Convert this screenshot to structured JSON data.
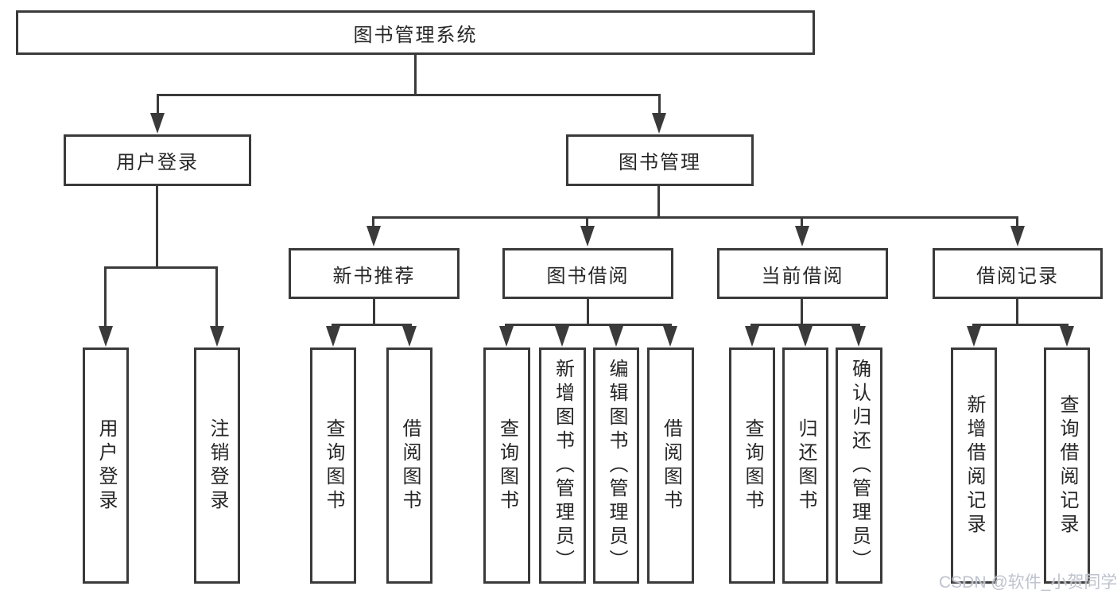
{
  "diagram": {
    "root": {
      "label": "图书管理系统"
    },
    "level2": [
      {
        "label": "用户登录"
      },
      {
        "label": "图书管理"
      }
    ],
    "level3": [
      {
        "label": "新书推荐"
      },
      {
        "label": "图书借阅"
      },
      {
        "label": "当前借阅"
      },
      {
        "label": "借阅记录"
      }
    ],
    "leaves": {
      "login": [
        {
          "label": "用户登录"
        },
        {
          "label": "注销登录"
        }
      ],
      "recommend": [
        {
          "label": "查询图书"
        },
        {
          "label": "借阅图书"
        }
      ],
      "borrow": [
        {
          "label": "查询图书"
        },
        {
          "label": "新增图书（管理员）"
        },
        {
          "label": "编辑图书（管理员）"
        },
        {
          "label": "借阅图书"
        }
      ],
      "current": [
        {
          "label": "查询图书"
        },
        {
          "label": "归还图书"
        },
        {
          "label": "确认归还（管理员）"
        }
      ],
      "records": [
        {
          "label": "新增借阅记录"
        },
        {
          "label": "查询借阅记录"
        }
      ]
    },
    "colors": {
      "line": "#3a3a3a",
      "text": "#262626",
      "background": "#ffffff",
      "watermark": "#bac0cb"
    }
  },
  "watermark": {
    "text": "CSDN @软件_小贺同学"
  }
}
